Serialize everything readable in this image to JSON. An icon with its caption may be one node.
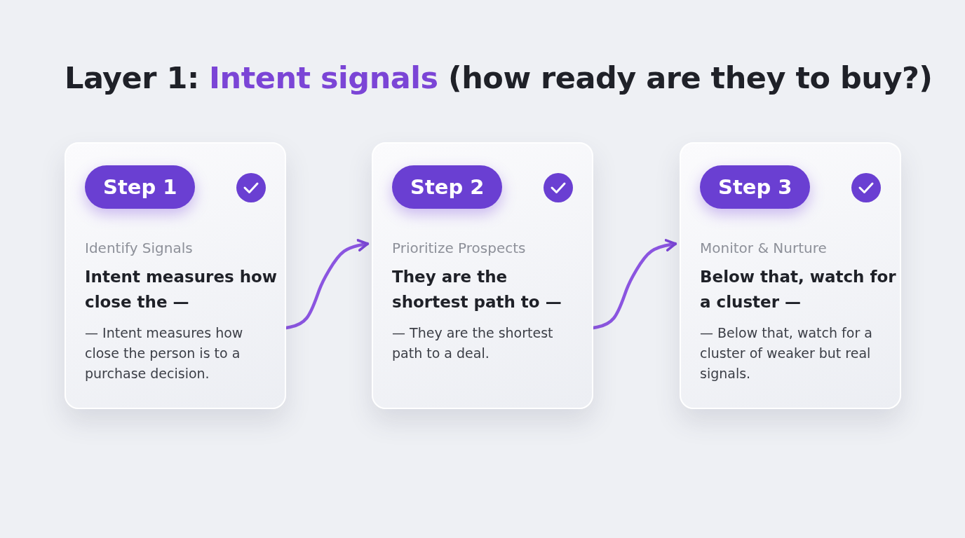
{
  "diagram": {
    "title": "Layer 1: **Intent signals** (how ready are they to buy?)",
    "nodes": [
      {
        "text": [
          "Identify Signals",
          "Intent measures how close the —",
          "— Intent measures how close the person is to a purchase decision."
        ]
      },
      {
        "text": [
          "Step 1"
        ],
        "in": 0
      },
      {
        "text": [
          "Prioritize Prospects",
          "They are the shortest path to —",
          "— They are the shortest path to a deal."
        ]
      },
      {
        "text": [
          "Step 2"
        ],
        "in": 2
      },
      {
        "text": [
          "Monitor & Nurture",
          "Below that, watch for a cluster —",
          "— Below that, watch for a cluster of weaker but real signals."
        ]
      },
      {
        "text": [
          "Step 3"
        ],
        "in": 4
      }
    ],
    "edges": [
      {
        "from": 0,
        "to": 2,
        "arrow": "to"
      },
      {
        "from": 2,
        "to": 4,
        "arrow": "to"
      }
    ]
  }
}
